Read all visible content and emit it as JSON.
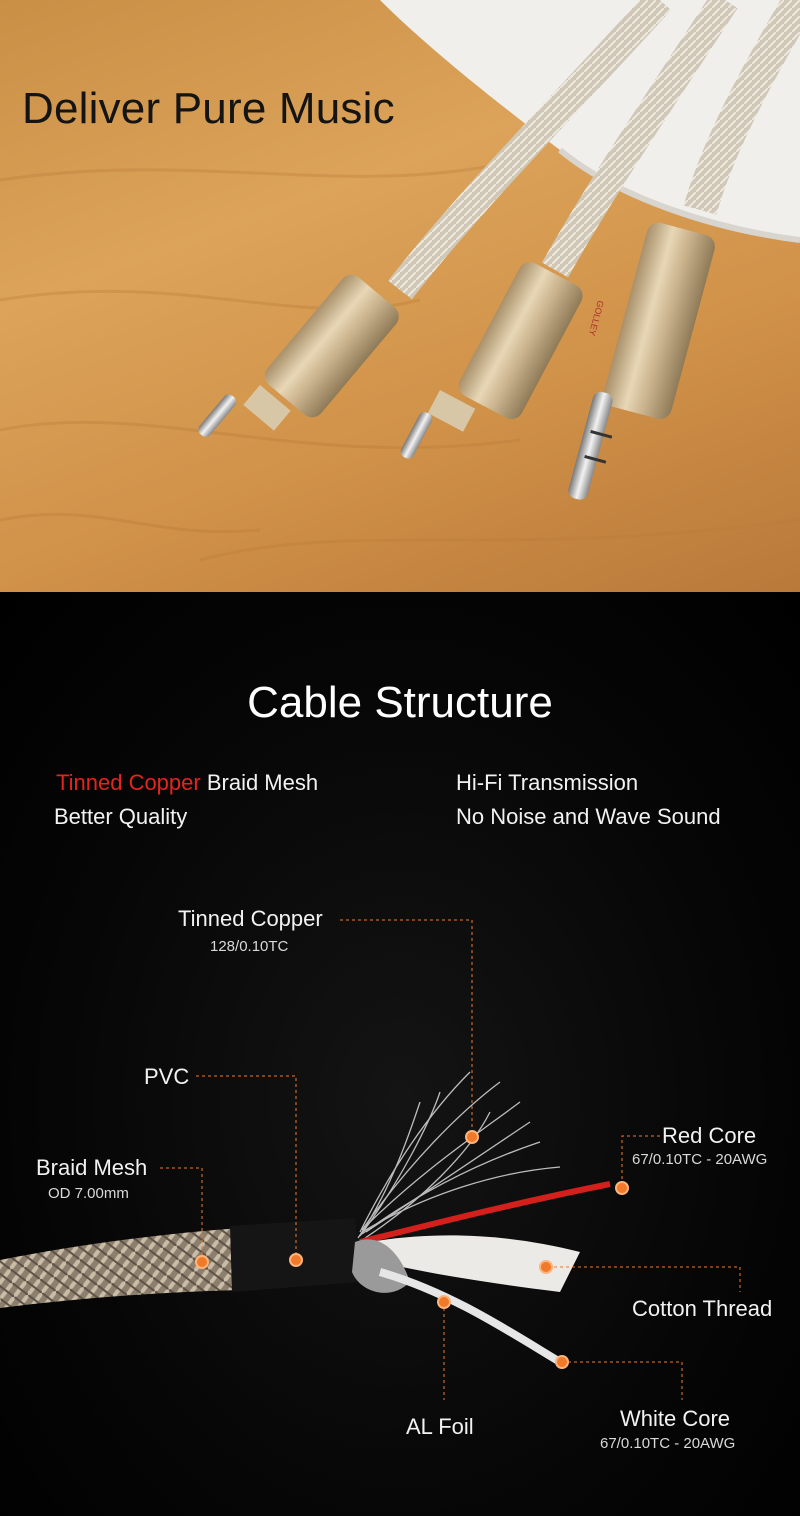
{
  "hero": {
    "title": "Deliver Pure Music",
    "brand_mark": "GOLLEY"
  },
  "structure": {
    "title": "Cable Structure",
    "features_left": {
      "highlight": "Tinned Copper",
      "line1_rest": " Braid Mesh",
      "line2": "Better Quality"
    },
    "features_right": {
      "line1": "Hi-Fi Transmission",
      "line2": "No Noise and Wave Sound"
    },
    "labels": {
      "tinned_copper": "Tinned Copper",
      "tinned_copper_spec": "128/0.10TC",
      "pvc": "PVC",
      "braid_mesh": "Braid Mesh",
      "braid_mesh_spec": "OD 7.00mm",
      "red_core": "Red Core",
      "red_core_spec": "67/0.10TC - 20AWG",
      "cotton_thread": "Cotton Thread",
      "al_foil": "AL Foil",
      "white_core": "White Core",
      "white_core_spec": "67/0.10TC - 20AWG"
    },
    "colors": {
      "accent_red": "#e5231f",
      "marker_orange": "#f07a2a"
    }
  }
}
